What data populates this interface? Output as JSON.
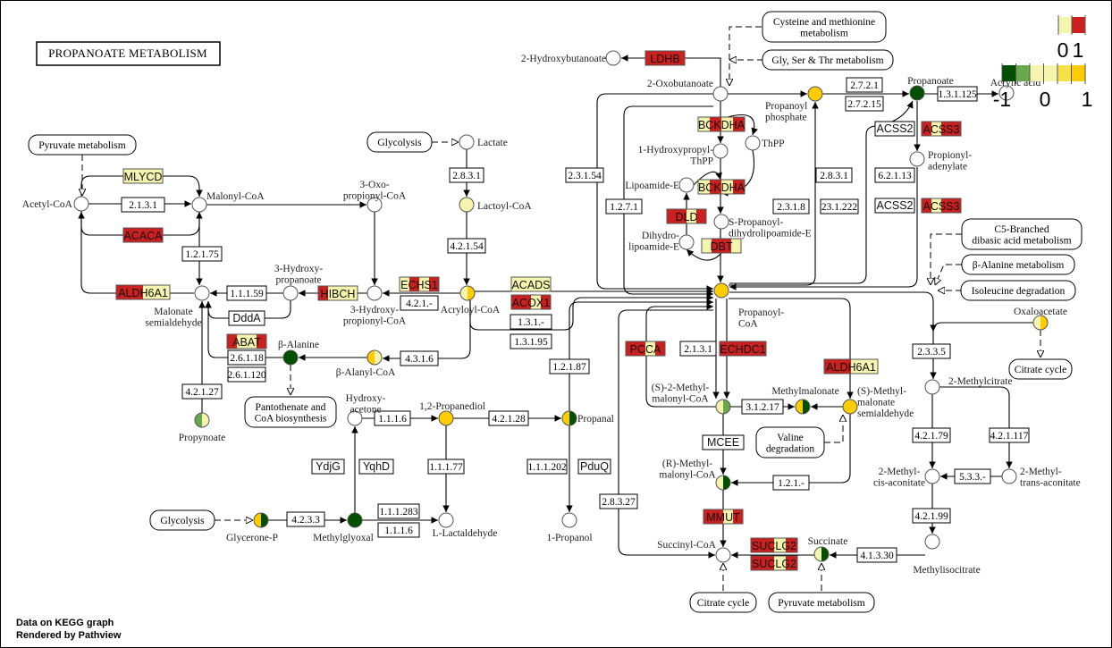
{
  "title": "PROPANOATE METABOLISM",
  "footer": {
    "line1": "Data on KEGG graph",
    "line2": "Rendered by Pathview"
  },
  "colors": {
    "red": "#cc1f1f",
    "light_yellow": "#f5f5b0",
    "gold": "#ffcc00",
    "dark_green": "#005000",
    "green": "#6aa84f",
    "yellow": "#f7e14a",
    "white": "#ffffff"
  },
  "legend": {
    "gene": {
      "colors": [
        "#f5f5b0",
        "#cc1f1f"
      ],
      "labels": [
        "0",
        "1"
      ]
    },
    "compound": {
      "colors": [
        "#005000",
        "#6aa84f",
        "#f5f5b0",
        "#f5f5b0",
        "#f7e14a",
        "#ffcc00"
      ],
      "labels": [
        "-1",
        "0",
        "1"
      ]
    }
  },
  "compounds": [
    {
      "label": [
        "2-Hydroxybutanoate"
      ],
      "fill": [
        "#ffffff"
      ]
    },
    {
      "label": [
        "2-Oxobutanoate"
      ],
      "fill": [
        "#ffffff"
      ]
    },
    {
      "label": [
        "Propanoyl",
        "phosphate"
      ],
      "fill": [
        "#ffcc00"
      ]
    },
    {
      "label": [
        "Propanoate"
      ],
      "fill": [
        "#005000"
      ]
    },
    {
      "label": [
        "Acrylic acid"
      ],
      "fill": [
        "#ffffff"
      ]
    },
    {
      "label": [
        "1-Hydroxypropyl-",
        "ThPP"
      ],
      "fill": [
        "#ffffff"
      ]
    },
    {
      "label": [
        "ThPP"
      ],
      "fill": [
        "#ffffff"
      ]
    },
    {
      "label": [
        "Lipoamide-E"
      ],
      "fill": [
        "#ffffff"
      ]
    },
    {
      "label": [
        "S-Propanoyl-",
        "dihydrolipoamide-E"
      ],
      "fill": [
        "#ffffff"
      ]
    },
    {
      "label": [
        "Dihydro-",
        "lipoamide-E"
      ],
      "fill": [
        "#ffffff"
      ]
    },
    {
      "label": [
        "Propanoyl-",
        "CoA"
      ],
      "fill": [
        "#ffcc00"
      ]
    },
    {
      "label": [
        "Lactate"
      ],
      "fill": [
        "#ffffff"
      ]
    },
    {
      "label": [
        "Lactoyl-CoA"
      ],
      "fill": [
        "#f5f5b0"
      ]
    },
    {
      "label": [
        "Acryloyl-CoA"
      ],
      "fill": [
        "#f5f5b0",
        "#ffcc00"
      ]
    },
    {
      "label": [
        "3-Oxo-",
        "propionyl-CoA"
      ],
      "fill": [
        "#ffffff"
      ]
    },
    {
      "label": [
        "3-Hydroxy-",
        "propionyl-CoA"
      ],
      "fill": [
        "#ffffff"
      ]
    },
    {
      "label": [
        "3-Hydroxy-",
        "propanoate"
      ],
      "fill": [
        "#ffffff"
      ]
    },
    {
      "label": [
        "Malonyl-CoA"
      ],
      "fill": [
        "#ffffff"
      ]
    },
    {
      "label": [
        "Acetyl-CoA"
      ],
      "fill": [
        "#ffffff"
      ]
    },
    {
      "label": [
        "Malonate",
        "semialdehyde"
      ],
      "fill": [
        "#ffffff"
      ]
    },
    {
      "label": [
        "β-Alanine"
      ],
      "fill": [
        "#005000"
      ]
    },
    {
      "label": [
        "β-Alanyl-CoA"
      ],
      "fill": [
        "#ffcc00",
        "#f5f5b0"
      ]
    },
    {
      "label": [
        "Propynoate"
      ],
      "fill": [
        "#6aa84f",
        "#f5f5b0"
      ]
    },
    {
      "label": [
        "Hydroxy-",
        "acetone"
      ],
      "fill": [
        "#ffffff"
      ]
    },
    {
      "label": [
        "1,2-Propanediol"
      ],
      "fill": [
        "#ffcc00"
      ]
    },
    {
      "label": [
        "Propanal"
      ],
      "fill": [
        "#ffcc00",
        "#005000"
      ]
    },
    {
      "label": [
        "Methylglyoxal"
      ],
      "fill": [
        "#005000"
      ]
    },
    {
      "label": [
        "Glycerone-P"
      ],
      "fill": [
        "#ffcc00",
        "#005000"
      ]
    },
    {
      "label": [
        "L-Lactaldehyde"
      ],
      "fill": [
        "#ffffff"
      ]
    },
    {
      "label": [
        "1-Propanol"
      ],
      "fill": [
        "#ffffff"
      ]
    },
    {
      "label": [
        "(S)-2-Methyl-",
        "malonyl-CoA"
      ],
      "fill": [
        "#f5f5b0",
        "#6aa84f"
      ]
    },
    {
      "label": [
        "Methylmalonate"
      ],
      "fill": [
        "#ffcc00",
        "#005000"
      ]
    },
    {
      "label": [
        "(S)-Methyl-",
        "malonate",
        "semialdehyde"
      ],
      "fill": [
        "#ffcc00"
      ]
    },
    {
      "label": [
        "(R)-Methyl-",
        "malonyl-CoA"
      ],
      "fill": [
        "#f5f5b0",
        "#005000"
      ]
    },
    {
      "label": [
        "Succinyl-CoA"
      ],
      "fill": [
        "#ffffff"
      ]
    },
    {
      "label": [
        "Succinate"
      ],
      "fill": [
        "#f5f5b0",
        "#005000"
      ]
    },
    {
      "label": [
        "Oxaloacetate"
      ],
      "fill": [
        "#f5f5b0",
        "#ffcc00"
      ]
    },
    {
      "label": [
        "2-Methylcitrate"
      ],
      "fill": [
        "#ffffff"
      ]
    },
    {
      "label": [
        "2-Methyl-",
        "cis-aconitate"
      ],
      "fill": [
        "#ffffff"
      ]
    },
    {
      "label": [
        "2-Methyl-",
        "trans-aconitate"
      ],
      "fill": [
        "#ffffff"
      ]
    },
    {
      "label": [
        "Methylisocitrate"
      ],
      "fill": [
        "#ffffff"
      ]
    },
    {
      "label": [
        "Propionyl-",
        "adenylate"
      ],
      "fill": [
        "#ffffff"
      ]
    }
  ],
  "genes": [
    {
      "label": "LDHB",
      "stripes": [
        "#cc1f1f",
        "#cc1f1f",
        "#cc1f1f",
        "#cc1f1f"
      ]
    },
    {
      "label": "BCKDHA",
      "stripes": [
        "#f5f5b0",
        "#cc1f1f",
        "#f5f5b0",
        "#cc1f1f"
      ]
    },
    {
      "label": "BCKDHA",
      "stripes": [
        "#f5f5b0",
        "#cc1f1f",
        "#f5f5b0",
        "#cc1f1f"
      ]
    },
    {
      "label": "DLD",
      "stripes": [
        "#cc1f1f",
        "#cc1f1f",
        "#f5f5b0",
        "#cc1f1f"
      ]
    },
    {
      "label": "DBT",
      "stripes": [
        "#f5f5b0",
        "#cc1f1f",
        "#cc1f1f",
        "#f5f5b0"
      ]
    },
    {
      "label": "MLYCD",
      "stripes": [
        "#f5f5b0",
        "#f5f5b0",
        "#f5f5b0",
        "#f5f5b0"
      ]
    },
    {
      "label": "ACACA",
      "stripes": [
        "#cc1f1f",
        "#cc1f1f",
        "#cc1f1f",
        "#cc1f1f"
      ]
    },
    {
      "label": "ALDH6A1",
      "stripes": [
        "#cc1f1f",
        "#cc1f1f",
        "#f5f5b0",
        "#f5f5b0"
      ]
    },
    {
      "label": "HIBCH",
      "stripes": [
        "#cc1f1f",
        "#f5f5b0",
        "#f5f5b0",
        "#f5f5b0"
      ]
    },
    {
      "label": "ECHS1",
      "stripes": [
        "#f5f5b0",
        "#cc1f1f",
        "#f5f5b0",
        "#cc1f1f"
      ]
    },
    {
      "label": "ACADS",
      "stripes": [
        "#f5f5b0",
        "#f5f5b0",
        "#f5f5b0",
        "#f5f5b0"
      ]
    },
    {
      "label": "ACOX1",
      "stripes": [
        "#cc1f1f",
        "#cc1f1f",
        "#f5f5b0",
        "#cc1f1f"
      ]
    },
    {
      "label": "ABAT",
      "stripes": [
        "#cc1f1f",
        "#f5f5b0",
        "#f5f5b0",
        "#cc1f1f"
      ]
    },
    {
      "label": "PCCA",
      "stripes": [
        "#cc1f1f",
        "#cc1f1f",
        "#f5f5b0",
        "#cc1f1f"
      ]
    },
    {
      "label": "ECHDC1",
      "stripes": [
        "#cc1f1f",
        "#cc1f1f",
        "#cc1f1f",
        "#cc1f1f"
      ]
    },
    {
      "label": "ALDH6A1",
      "stripes": [
        "#cc1f1f",
        "#cc1f1f",
        "#f5f5b0",
        "#f5f5b0"
      ]
    },
    {
      "label": "MMUT",
      "stripes": [
        "#cc1f1f",
        "#cc1f1f",
        "#f5f5b0",
        "#cc1f1f"
      ]
    },
    {
      "label": "SUCLG2",
      "stripes": [
        "#cc1f1f",
        "#cc1f1f",
        "#f5f5b0",
        "#cc1f1f"
      ]
    },
    {
      "label": "SUCLG2",
      "stripes": [
        "#cc1f1f",
        "#cc1f1f",
        "#f5f5b0",
        "#cc1f1f"
      ]
    },
    {
      "label": "ACSS3",
      "stripes": [
        "#cc1f1f",
        "#f5f5b0",
        "#cc1f1f",
        "#cc1f1f"
      ]
    },
    {
      "label": "ACSS3",
      "stripes": [
        "#cc1f1f",
        "#f5f5b0",
        "#cc1f1f",
        "#cc1f1f"
      ]
    }
  ],
  "enzyme_boxes": [
    "ACSS2",
    "ACSS2",
    "2.7.2.1",
    "2.7.2.15",
    "1.3.1.125",
    "2.3.1.54",
    "1.2.7.1",
    "2.3.1.8",
    "2.8.3.1",
    "23.1.222",
    "6.2.1.13",
    "2.8.3.1",
    "4.2.1.54",
    "2.1.3.1",
    "1.2.1.75",
    "1.1.1.59",
    "DddA",
    "2.6.1.18",
    "2.6.1.120",
    "4.2.1.-",
    "1.3.1.-",
    "1.3.1.95",
    "4.3.1.6",
    "4.2.1.27",
    "1.2.1.87",
    "1.1.1.6",
    "4.2.1.28",
    "YdjG",
    "YqhD",
    "1.1.1.77",
    "1.1.1.202",
    "PduQ",
    "4.2.3.3",
    "1.1.1.283",
    "1.1.1.6",
    "2.1.3.1",
    "3.1.2.17",
    "MCEE",
    "1.2.1.-",
    "2.8.3.27",
    "4.1.3.30",
    "2.3.3.5",
    "4.2.1.79",
    "4.2.1.117",
    "5.3.3.-",
    "4.2.1.99"
  ],
  "maps": [
    [
      "Cysteine and methionine",
      "metabolism"
    ],
    [
      "Gly, Ser & Thr metabolism"
    ],
    [
      "Pyruvate metabolism"
    ],
    [
      "Glycolysis"
    ],
    [
      "C5-Branched",
      "dibasic acid metabolism"
    ],
    [
      "β-Alanine metabolism"
    ],
    [
      "Isoleucine degradation"
    ],
    [
      "Citrate cycle"
    ],
    [
      "Pantothenate and",
      "CoA biosynthesis"
    ],
    [
      "Valine",
      "degradation"
    ],
    [
      "Glycolysis"
    ],
    [
      "Citrate cycle"
    ],
    [
      "Pyruvate metabolism"
    ]
  ]
}
